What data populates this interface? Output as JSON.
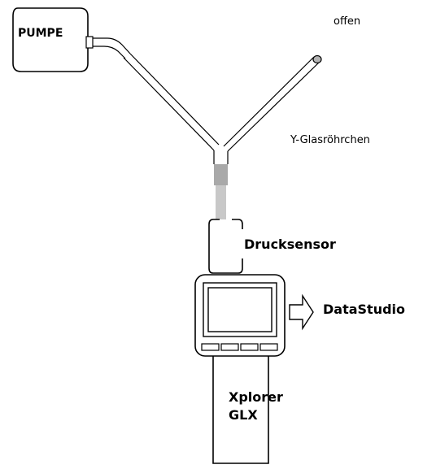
{
  "labels": {
    "pump": "PUMPE",
    "open_end": "offen",
    "y_tube": "Y-Glasröhrchen",
    "pressure_sensor": "Drucksensor",
    "software": "DataStudio",
    "device_line1": "Xplorer",
    "device_line2": "GLX"
  },
  "colors": {
    "stroke": "#000000",
    "hose": "#c8c8c8",
    "hose_dark": "#a9a9a9",
    "open_end_fill": "#b3b3b3",
    "background": "#ffffff"
  }
}
